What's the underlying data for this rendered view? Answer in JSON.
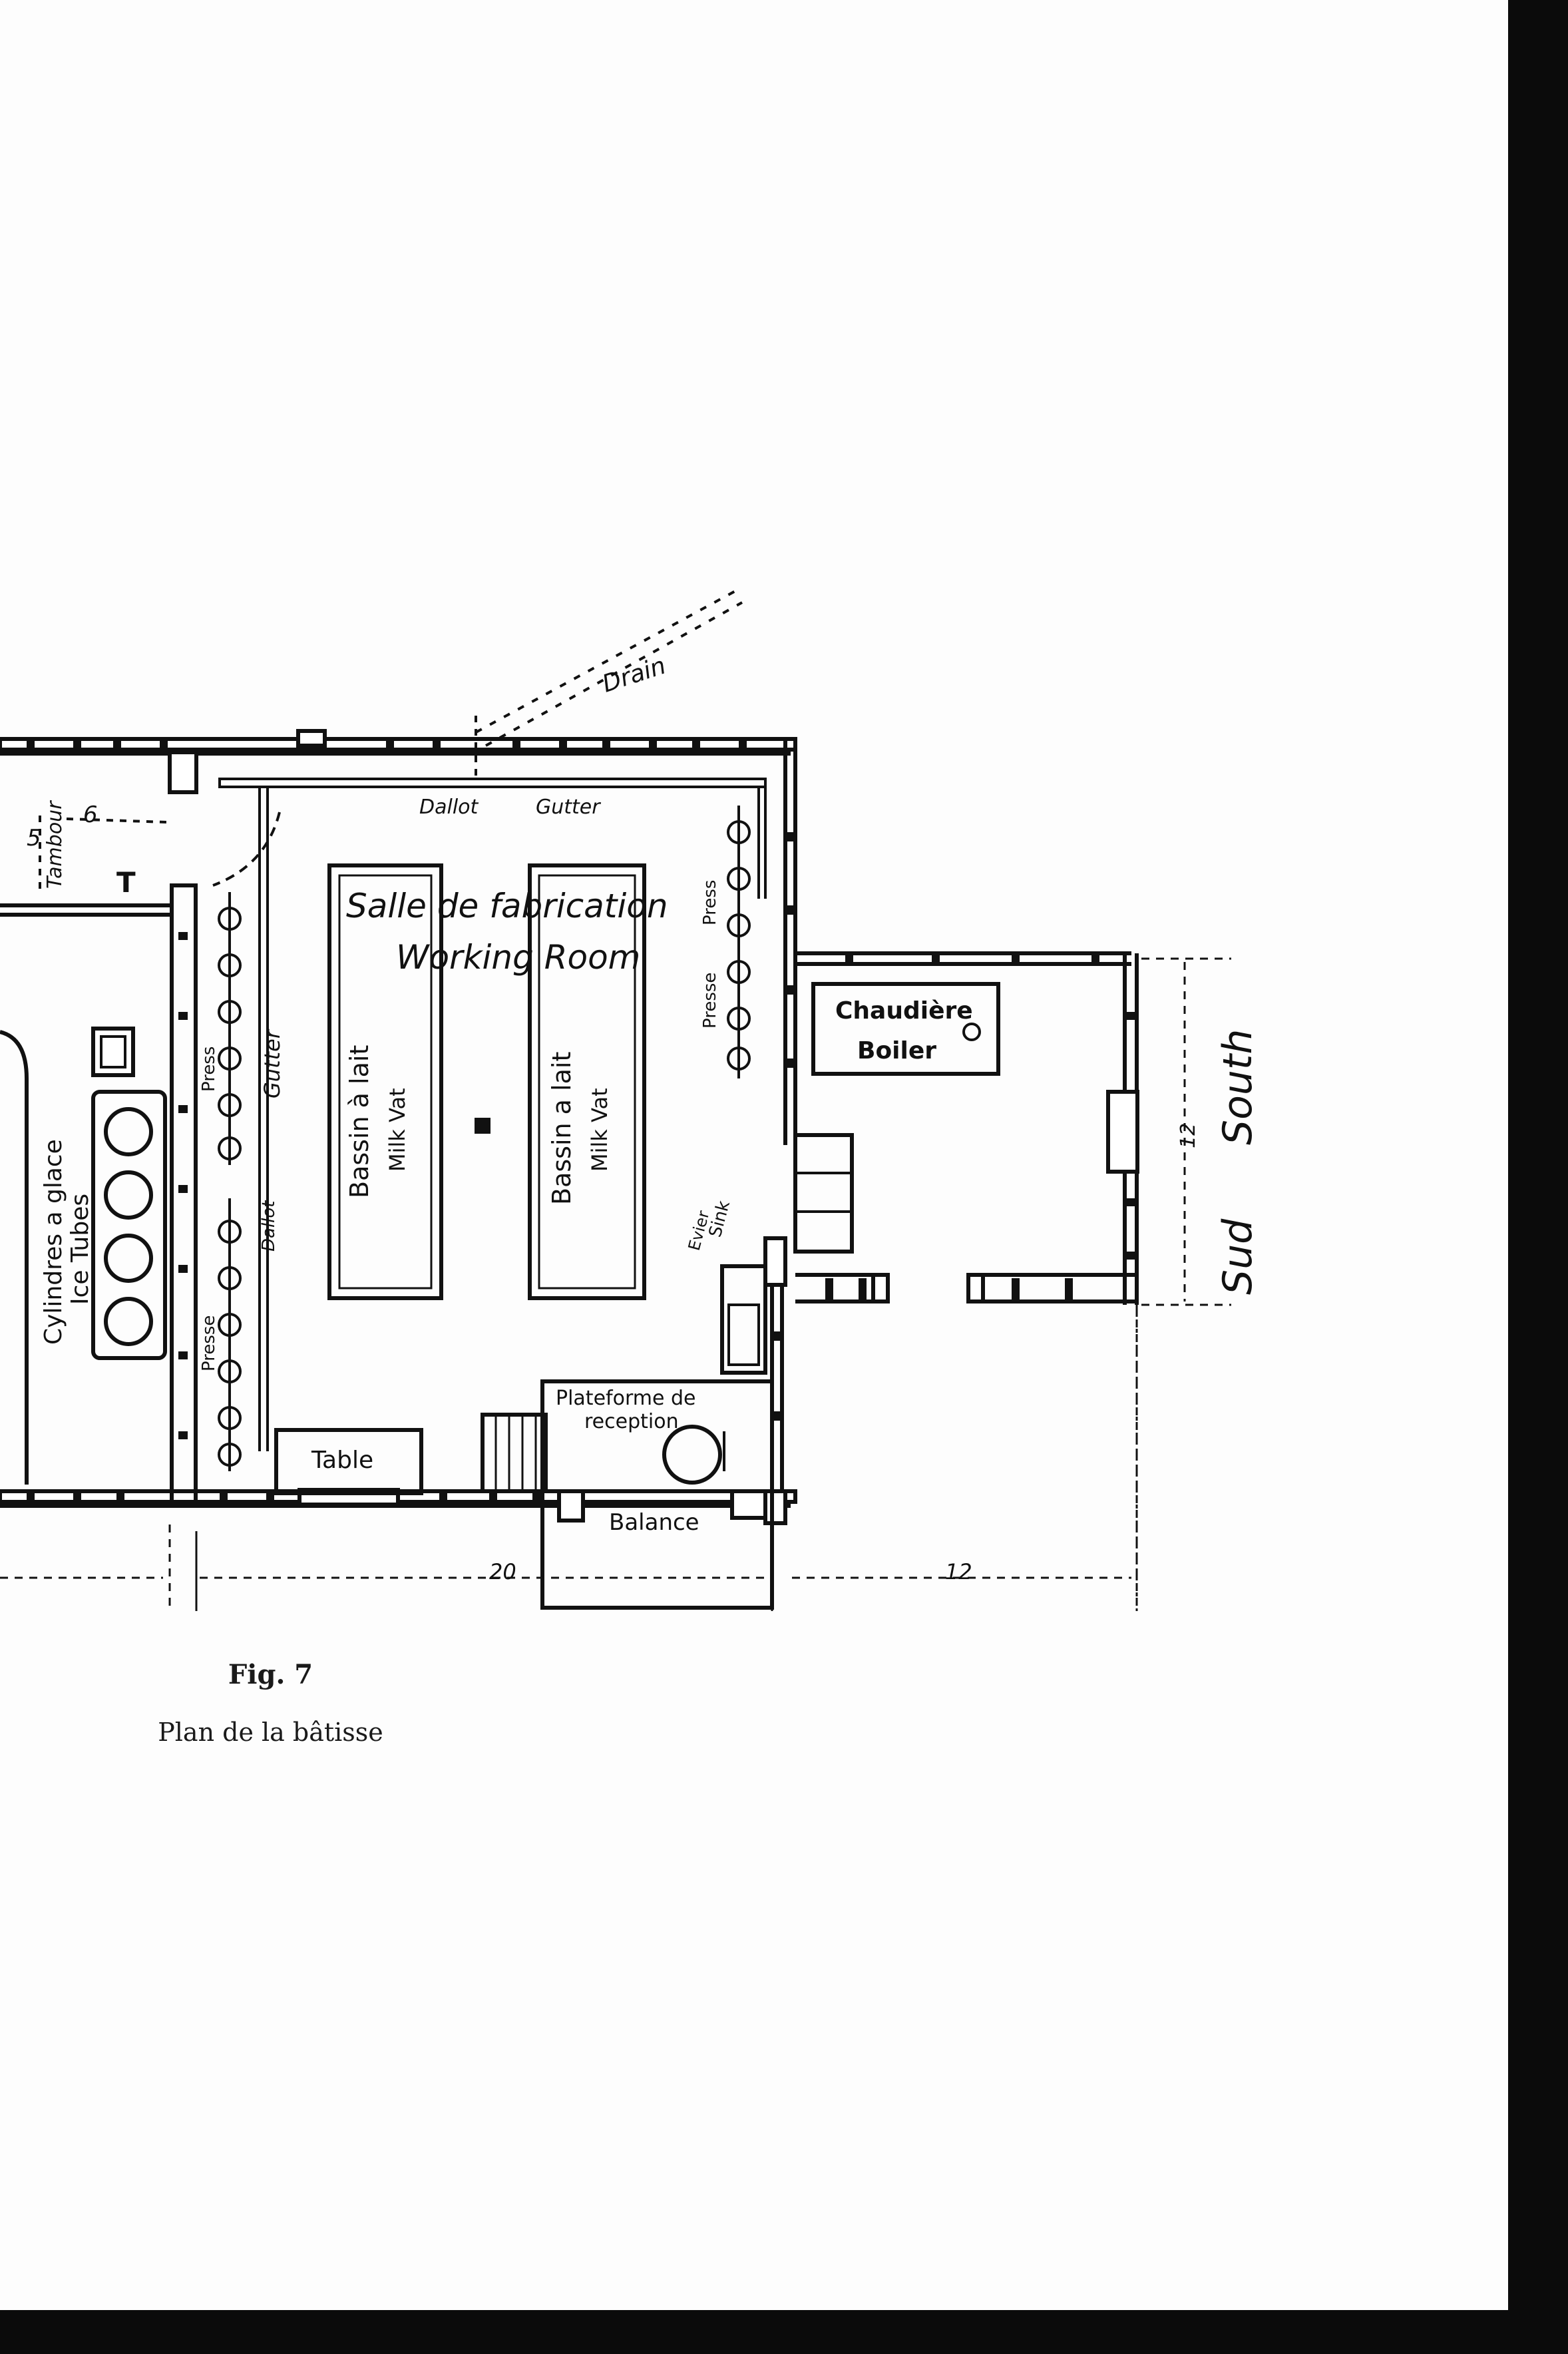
{
  "figure": {
    "number": "Fig. 7",
    "caption": "Plan de la bâtisse"
  },
  "labels": {
    "drain": "Drain",
    "dallot_top": "Dallot",
    "gutter_top": "Gutter",
    "tambour": "Tambour",
    "dim_5": "5",
    "dim_6": "6",
    "t_mark": "T",
    "room_fr": "Salle de fabrication",
    "room_en": "Working Room",
    "vat1_fr": "Bassin à lait",
    "vat1_en": "Milk Vat",
    "vat2_fr": "Bassin a lait",
    "vat2_en": "Milk Vat",
    "presse_right": "Presse",
    "press_right": "Press",
    "press_left": "Press",
    "presse_left": "Presse",
    "gutter_left": "Gutter",
    "dallot_left": "Dallot",
    "ice_fr": "Cylindres a glace",
    "ice_en": "Ice Tubes",
    "evier": "Evier",
    "sink": "Sink",
    "boiler_fr": "Chaudière",
    "boiler_en": "Boiler",
    "platform_fr": "Plateforme de",
    "platform_fr2": "reception",
    "balance": "Balance",
    "table": "Table",
    "sud": "Sud",
    "south": "South",
    "dim_12_side": "12",
    "dim_20": "20",
    "dim_12_bottom": "12"
  }
}
